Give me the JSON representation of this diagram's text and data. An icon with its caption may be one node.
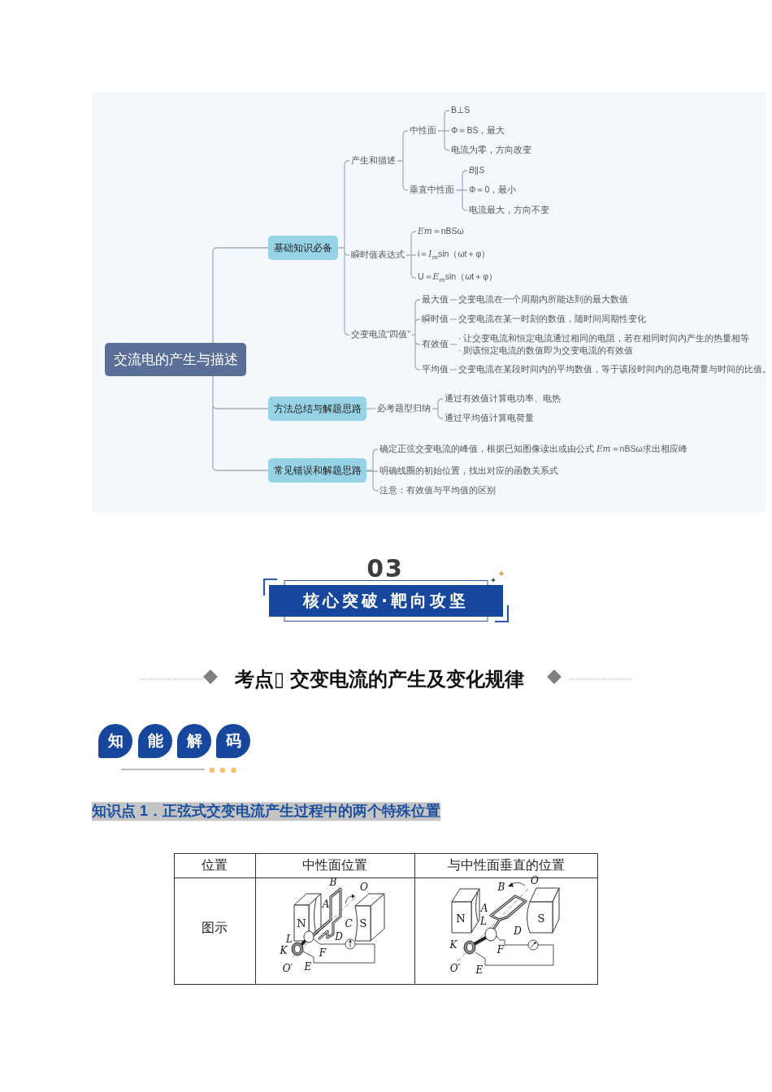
{
  "diagram": {
    "nodes": [
      {
        "text": [
          "交流电的产生与描述"
        ]
      },
      {
        "text": [
          "基础知识必备"
        ]
      },
      {
        "text": [
          "产生和描述"
        ]
      },
      {
        "text": [
          "中性面"
        ]
      },
      {
        "text": [
          "B⊥S"
        ]
      },
      {
        "text": [
          "Φ＝BS，最大"
        ]
      },
      {
        "text": [
          "电流为零，方向改变"
        ]
      },
      {
        "text": [
          "垂直中性面"
        ]
      },
      {
        "text": [
          "B∥S"
        ]
      },
      {
        "text": [
          "Φ＝0，最小"
        ]
      },
      {
        "text": [
          "电流最大，方向不变"
        ]
      },
      {
        "text": [
          "瞬时值表达式"
        ]
      },
      {
        "text": [
          "*Em*＝nBSω"
        ]
      },
      {
        "text": [
          "i＝*I*$_{m}$sin（ωt＋φ）"
        ]
      },
      {
        "text": [
          "U＝*E*$_{m}$sin（ωt＋φ）"
        ]
      },
      {
        "text": [
          "交变电流“四值”"
        ]
      },
      {
        "text": [
          "最大值"
        ]
      },
      {
        "text": [
          "交变电流在一个周期内所能达到的最大数值"
        ]
      },
      {
        "text": [
          "瞬时值"
        ]
      },
      {
        "text": [
          "交变电流在某一时刻的数值，随时间周期性变化"
        ]
      },
      {
        "text": [
          "有效值"
        ]
      },
      {
        "text": [
          "· 让交变电流和恒定电流通过相同的电阻，若在相同时间内产生的热量相等",
          "· 则该恒定电流的数值即为交变电流的有效值"
        ]
      },
      {
        "text": [
          "平均值"
        ]
      },
      {
        "text": [
          "交变电流在某段时间内的平均数值，等于该段时间内的总电荷量与时间的比值。"
        ]
      },
      {
        "text": [
          "方法总结与解题思路"
        ]
      },
      {
        "text": [
          "必考题型归纳"
        ]
      },
      {
        "text": [
          "通过有效值计算电功率、电热"
        ]
      },
      {
        "text": [
          "通过平均值计算电荷量"
        ]
      },
      {
        "text": [
          "常见错误和解题思路"
        ]
      },
      {
        "text": [
          "确定正弦交变电流的峰值，根据已知图像读出或由公式 *Em*＝nBSω求出相应峰"
        ]
      },
      {
        "text": [
          "明确线圈的初始位置，找出对应的函数关系式"
        ]
      },
      {
        "text": [
          "注意：有效值与平均值的区别"
        ]
      },
      {
        "text": [
          "核心突破·靶向攻坚"
        ],
        "beside": [
          "03"
        ]
      },
      {
        "text": [
          "知"
        ]
      },
      {
        "text": [
          "能"
        ]
      },
      {
        "text": [
          "解"
        ]
      },
      {
        "text": [
          "码"
        ]
      }
    ],
    "edges": [
      {
        "from": 0,
        "to": 1,
        "arrow": "none"
      },
      {
        "from": 1,
        "to": 2,
        "arrow": "none"
      },
      {
        "from": 2,
        "to": 3,
        "arrow": "none"
      },
      {
        "from": 3,
        "to": 4,
        "arrow": "none"
      },
      {
        "from": 3,
        "to": 5,
        "arrow": "none"
      },
      {
        "from": 3,
        "to": 6,
        "arrow": "none"
      },
      {
        "from": 2,
        "to": 7,
        "arrow": "none"
      },
      {
        "from": 7,
        "to": 8,
        "arrow": "none"
      },
      {
        "from": 7,
        "to": 9,
        "arrow": "none"
      },
      {
        "from": 7,
        "to": 10,
        "arrow": "none"
      },
      {
        "from": 1,
        "to": 11,
        "arrow": "none"
      },
      {
        "from": 11,
        "to": 12,
        "arrow": "none"
      },
      {
        "from": 11,
        "to": 13,
        "arrow": "none"
      },
      {
        "from": 11,
        "to": 14,
        "arrow": "none"
      },
      {
        "from": 1,
        "to": 15,
        "arrow": "none"
      },
      {
        "from": 15,
        "to": 16,
        "arrow": "none"
      },
      {
        "from": 16,
        "to": 17,
        "arrow": "none"
      },
      {
        "from": 15,
        "to": 18,
        "arrow": "none"
      },
      {
        "from": 18,
        "to": 19,
        "arrow": "none"
      },
      {
        "from": 15,
        "to": 20,
        "arrow": "none"
      },
      {
        "from": 20,
        "to": 21,
        "arrow": "none"
      },
      {
        "from": 15,
        "to": 22,
        "arrow": "none"
      },
      {
        "from": 22,
        "to": 23,
        "arrow": "none"
      },
      {
        "from": 0,
        "to": 24,
        "arrow": "none"
      },
      {
        "from": 24,
        "to": 25,
        "arrow": "none"
      },
      {
        "from": 25,
        "to": 26,
        "arrow": "none"
      },
      {
        "from": 25,
        "to": 27,
        "arrow": "none"
      },
      {
        "from": 0,
        "to": 28,
        "arrow": "none"
      },
      {
        "from": 28,
        "to": 29,
        "arrow": "none"
      },
      {
        "from": 28,
        "to": 30,
        "arrow": "none"
      },
      {
        "from": 28,
        "to": 31,
        "arrow": "none"
      }
    ],
    "labels": [
      "考点▯ 交变电流的产生及变化规律",
      "知识点 1．正弦式交变电流产生过程中的两个特殊位置",
      "位置",
      "中性面位置",
      "与中性面垂直的位置",
      "图示",
      "B",
      "O",
      "A",
      "N",
      "C",
      "S",
      "L",
      "D",
      "K",
      "F",
      "O′",
      "E",
      "O",
      "B",
      "A",
      "N",
      "L",
      "S",
      "D",
      "K",
      "F",
      "O′",
      "E"
    ]
  }
}
